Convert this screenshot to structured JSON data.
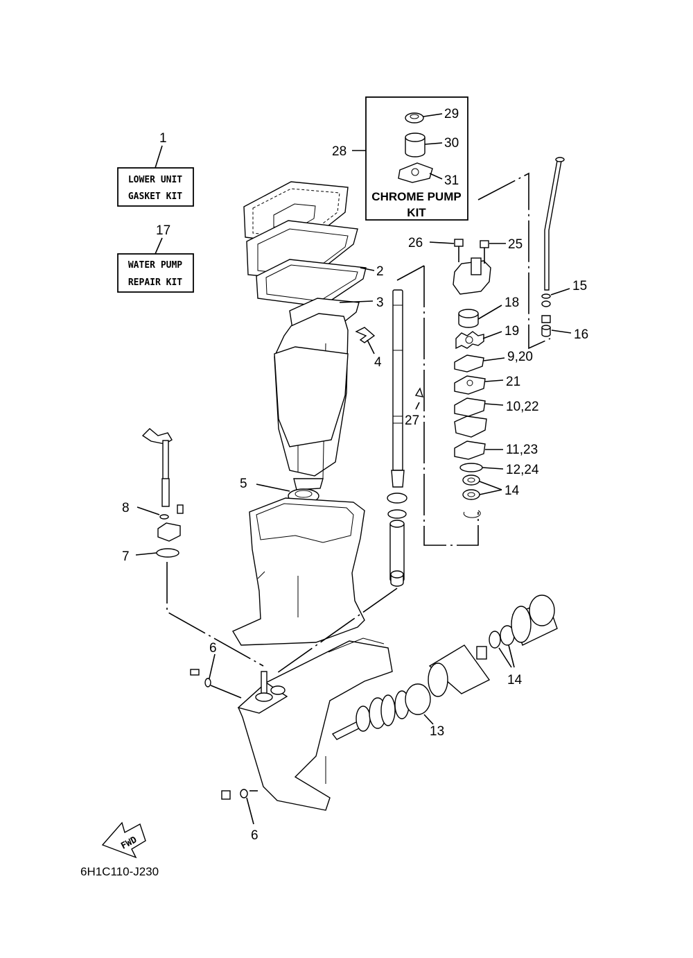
{
  "kits": {
    "lower_unit_number": "1",
    "lower_unit_line1": "LOWER UNIT",
    "lower_unit_line2": "GASKET KIT",
    "water_pump_number": "17",
    "water_pump_line1": "WATER PUMP",
    "water_pump_line2": "REPAIR KIT",
    "chrome_pump_number": "28",
    "chrome_pump_line1": "CHROME PUMP",
    "chrome_pump_line2": "KIT"
  },
  "callouts": {
    "c2": "2",
    "c3": "3",
    "c4": "4",
    "c5": "5",
    "c6a": "6",
    "c6b": "6",
    "c7": "7",
    "c8": "8",
    "c9_20": "9,20",
    "c10_22": "10,22",
    "c11_23": "11,23",
    "c12_24": "12,24",
    "c13": "13",
    "c14a": "14",
    "c14b": "14",
    "c15": "15",
    "c16": "16",
    "c18": "18",
    "c19": "19",
    "c21": "21",
    "c25": "25",
    "c26": "26",
    "c27": "27",
    "c29": "29",
    "c30": "30",
    "c31": "31"
  },
  "fwd_label": "FWD",
  "diagram_code": "6H1C110-J230"
}
